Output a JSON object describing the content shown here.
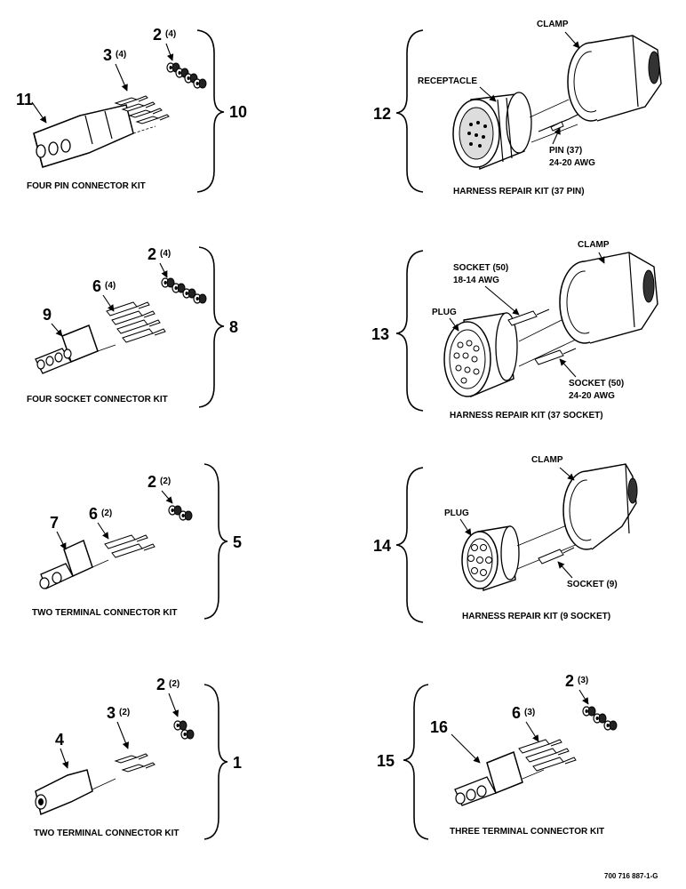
{
  "drawing_ref": "700 716 887-1-G",
  "kits": {
    "four_pin": {
      "kit_number": "10",
      "caption": "FOUR PIN CONNECTOR KIT",
      "connector": {
        "num": "11",
        "qty": ""
      },
      "pins": {
        "num": "3",
        "qty": "(4)"
      },
      "seals": {
        "num": "2",
        "qty": "(4)"
      }
    },
    "four_socket": {
      "kit_number": "8",
      "caption": "FOUR SOCKET CONNECTOR KIT",
      "connector": {
        "num": "9",
        "qty": ""
      },
      "sockets": {
        "num": "6",
        "qty": "(4)"
      },
      "seals": {
        "num": "2",
        "qty": "(4)"
      }
    },
    "two_terminal_a": {
      "kit_number": "5",
      "caption": "TWO TERMINAL CONNECTOR KIT",
      "connector": {
        "num": "7",
        "qty": ""
      },
      "sockets": {
        "num": "6",
        "qty": "(2)"
      },
      "seals": {
        "num": "2",
        "qty": "(2)"
      }
    },
    "two_terminal_b": {
      "kit_number": "1",
      "caption": "TWO TERMINAL CONNECTOR KIT",
      "connector": {
        "num": "4",
        "qty": ""
      },
      "pins": {
        "num": "3",
        "qty": "(2)"
      },
      "seals": {
        "num": "2",
        "qty": "(2)"
      }
    },
    "harness_37_pin": {
      "kit_number": "12",
      "caption": "HARNESS REPAIR KIT (37 PIN)",
      "clamp": "CLAMP",
      "receptacle": "RECEPTACLE",
      "pin_line1": "PIN (37)",
      "pin_line2": "24-20 AWG"
    },
    "harness_37_socket": {
      "kit_number": "13",
      "caption": "HARNESS REPAIR KIT (37 SOCKET)",
      "clamp": "CLAMP",
      "plug": "PLUG",
      "socket_a_line1": "SOCKET (50)",
      "socket_a_line2": "18-14 AWG",
      "socket_b_line1": "SOCKET (50)",
      "socket_b_line2": "24-20 AWG"
    },
    "harness_9_socket": {
      "kit_number": "14",
      "caption": "HARNESS REPAIR KIT (9 SOCKET)",
      "clamp": "CLAMP",
      "plug": "PLUG",
      "socket": "SOCKET (9)"
    },
    "three_terminal": {
      "kit_number": "15",
      "caption": "THREE TERMINAL CONNECTOR KIT",
      "connector": {
        "num": "16",
        "qty": ""
      },
      "sockets": {
        "num": "6",
        "qty": "(3)"
      },
      "seals": {
        "num": "2",
        "qty": "(3)"
      }
    }
  }
}
